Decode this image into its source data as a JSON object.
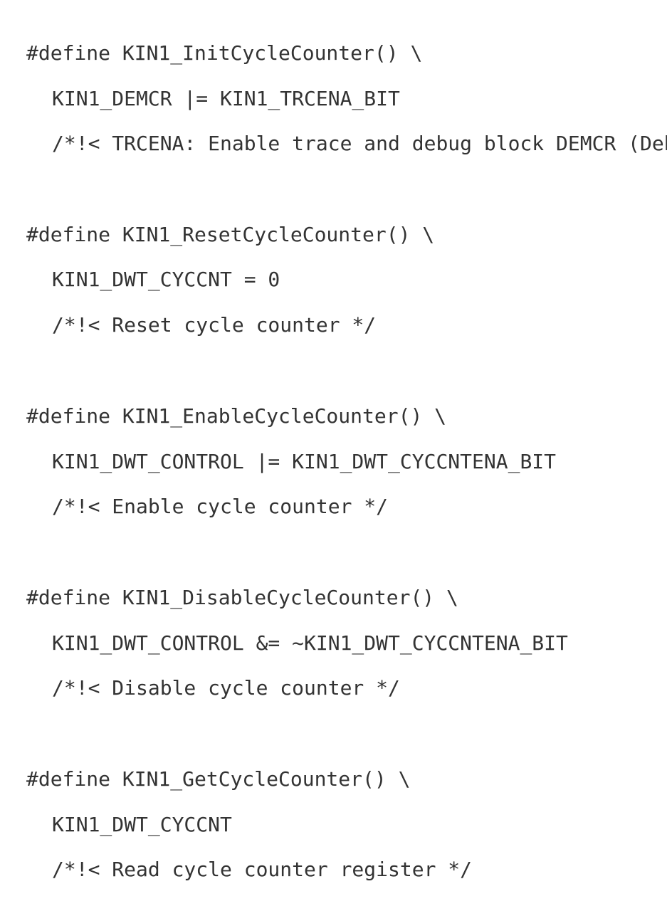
{
  "code": {
    "blocks": [
      {
        "define": "#define KIN1_InitCycleCounter() \\",
        "body": "KIN1_DEMCR |= KIN1_TRCENA_BIT",
        "comment": "/*!< TRCENA: Enable trace and debug block DEMCR (Debug Exception and Monitor Control Register */"
      },
      {
        "define": "#define KIN1_ResetCycleCounter() \\",
        "body": "KIN1_DWT_CYCCNT = 0",
        "comment": "/*!< Reset cycle counter */"
      },
      {
        "define": "#define KIN1_EnableCycleCounter() \\",
        "body": "KIN1_DWT_CONTROL |= KIN1_DWT_CYCCNTENA_BIT",
        "comment": "/*!< Enable cycle counter */"
      },
      {
        "define": "#define KIN1_DisableCycleCounter() \\",
        "body": "KIN1_DWT_CONTROL &= ~KIN1_DWT_CYCCNTENA_BIT",
        "comment": "/*!< Disable cycle counter */"
      },
      {
        "define": "#define KIN1_GetCycleCounter() \\",
        "body": "KIN1_DWT_CYCCNT",
        "comment": "/*!< Read cycle counter register */"
      }
    ]
  }
}
